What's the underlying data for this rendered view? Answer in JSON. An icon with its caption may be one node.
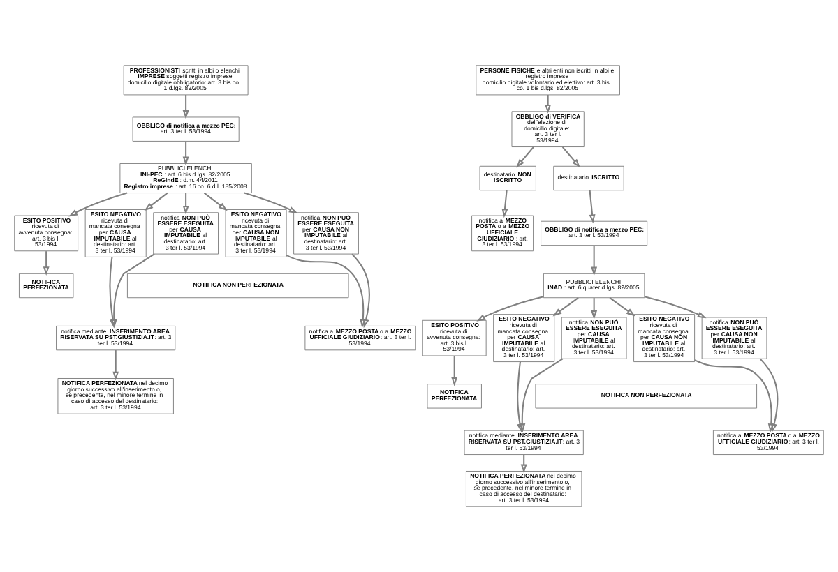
{
  "diagram": {
    "nodes": [
      {
        "text": [
          "**PROFESSIONISTI** iscritti in albi o elenchi",
          "**IMPRESE** soggetti registro imprese",
          "domicilio digitale obbligatorio: art. 3 bis co. 1 d.lgs. 82/2005"
        ]
      },
      {
        "text": [
          "**OBBLIGO di notifica a mezzo PEC:**",
          "art. 3 ter l. 53/1994"
        ]
      },
      {
        "text": [
          "PUBBLICI ELENCHI",
          "**INI-PEC**: art. 6 bis d.lgs. 82/2005",
          "**ReGIndE**: d.m. 44/2011",
          "**Registro imprese**: art. 16 co. 6 d.l. 185/2008"
        ]
      },
      {
        "text": [
          "**ESITO POSITIVO** ricevuta di avvenuta consegna: art. 3 bis l. 53/1994"
        ]
      },
      {
        "text": [
          "**ESITO NEGATIVO** ricevuta di mancata consegna per **CAUSA IMPUTABILE** al destinatario: art. 3 ter l. 53/1994"
        ]
      },
      {
        "text": [
          "notifica **NON PUÒ ESSERE ESEGUITA** per **CAUSA IMPUTABILE** al destinatario: art. 3 ter l. 53/1994"
        ]
      },
      {
        "text": [
          "**ESITO NEGATIVO** ricevuta di mancata consegna per **CAUSA NON IMPUTABILE** al destinatario: art. 3 ter l. 53/1994"
        ]
      },
      {
        "text": [
          "notifica **NON PUÒ ESSERE ESEGUITA** per **CAUSA NON IMPUTABILE** al destinatario: art. 3 ter l. 53/1994"
        ]
      },
      {
        "text": [
          "NOTIFICA PERFEZIONATA"
        ]
      },
      {
        "text": [
          "NOTIFICA NON PERFEZIONATA"
        ]
      },
      {
        "text": [
          "notifica mediante **INSERIMENTO AREA RISERVATA SU PST.GIUSTIZIA.IT**: art. 3 ter l. 53/1994"
        ]
      },
      {
        "text": [
          "notifica a **MEZZO POSTA** o a **MEZZO UFFICIALE GIUDIZIARIO**: art. 3 ter l. 53/1994"
        ]
      },
      {
        "text": [
          "**NOTIFICA PERFEZIONATA** nel decimo giorno successivo all'inserimento o, se precedente, nel minore termine in caso di accesso del destinatario: art. 3 ter l. 53/1994"
        ]
      },
      {
        "text": [
          "**PERSONE FISICHE** e altri enti non iscritti in albi e registro imprese",
          "domicilio digitale volontario ed elettivo: art. 3 bis co. 1 bis d.lgs. 82/2005"
        ]
      },
      {
        "text": [
          "**OBBLIGO di VERIFICA** dell'elezione di domicilio digitale: art. 3 ter l. 53/1994"
        ]
      },
      {
        "text": [
          "destinatario **NON ISCRITTO**"
        ]
      },
      {
        "text": [
          "notifica a **MEZZO POSTA** o a **MEZZO UFFICIALE GIUDIZIARIO**: art. 3 ter l. 53/1994"
        ]
      },
      {
        "text": [
          "destinatario **ISCRITTO**"
        ]
      },
      {
        "text": [
          "**OBBLIGO di notifica a mezzo PEC:**",
          "art. 3 ter l. 53/1994"
        ]
      },
      {
        "text": [
          "PUBBLICI ELENCHI",
          "**INAD**: art. 6 quater d.lgs. 82/2005"
        ]
      },
      {
        "text": [
          "**ESITO POSITIVO** ricevuta di avvenuta consegna: art. 3 bis l. 53/1994"
        ]
      },
      {
        "text": [
          "**ESITO NEGATIVO** ricevuta di mancata consegna per **CAUSA IMPUTABILE** al destinatario: art. 3 ter l. 53/1994"
        ]
      },
      {
        "text": [
          "notifica **NON PUÒ ESSERE ESEGUITA** per **CAUSA IMPUTABILE** al destinatario: art. 3 ter l. 53/1994"
        ]
      },
      {
        "text": [
          "**ESITO NEGATIVO** ricevuta di mancata consegna per **CAUSA NON IMPUTABILE** al destinatario: art. 3 ter l. 53/1994"
        ]
      },
      {
        "text": [
          "notifica **NON PUÒ ESSERE ESEGUITA** per **CAUSA NON IMPUTABILE** al destinatario: art. 3 ter l. 53/1994"
        ]
      },
      {
        "text": [
          "NOTIFICA PERFEZIONATA"
        ]
      },
      {
        "text": [
          "NOTIFICA NON PERFEZIONATA"
        ]
      },
      {
        "text": [
          "notifica mediante **INSERIMENTO AREA RISERVATA SU PST.GIUSTIZIA.IT**: art. 3 ter l. 53/1994"
        ]
      },
      {
        "text": [
          "notifica a **MEZZO POSTA** o a **MEZZO UFFICIALE GIUDIZIARIO**: art. 3 ter l. 53/1994"
        ]
      },
      {
        "text": [
          "**NOTIFICA PERFEZIONATA** nel decimo giorno successivo all'inserimento o, se precedente, nel minore termine in caso di accesso del destinatario: art. 3 ter l. 53/1994"
        ]
      }
    ],
    "edges": [
      {
        "from": 0,
        "to": 1,
        "arrow": "to"
      },
      {
        "from": 1,
        "to": 2,
        "arrow": "to"
      },
      {
        "from": 2,
        "to": 3,
        "arrow": "to"
      },
      {
        "from": 2,
        "to": 4,
        "arrow": "to"
      },
      {
        "from": 2,
        "to": 5,
        "arrow": "to"
      },
      {
        "from": 2,
        "to": 6,
        "arrow": "to"
      },
      {
        "from": 2,
        "to": 7,
        "arrow": "to"
      },
      {
        "from": 3,
        "to": 8,
        "arrow": "to"
      },
      {
        "from": 4,
        "to": 10,
        "arrow": "to"
      },
      {
        "from": 5,
        "to": 10,
        "arrow": "to"
      },
      {
        "from": 6,
        "to": 11,
        "arrow": "to"
      },
      {
        "from": 7,
        "to": 11,
        "arrow": "to"
      },
      {
        "from": 10,
        "to": 12,
        "arrow": "to"
      },
      {
        "from": 13,
        "to": 14,
        "arrow": "to"
      },
      {
        "from": 14,
        "to": 15,
        "arrow": "to"
      },
      {
        "from": 14,
        "to": 17,
        "arrow": "to"
      },
      {
        "from": 15,
        "to": 16,
        "arrow": "to"
      },
      {
        "from": 17,
        "to": 18,
        "arrow": "to"
      },
      {
        "from": 18,
        "to": 19,
        "arrow": "to"
      },
      {
        "from": 19,
        "to": 20,
        "arrow": "to"
      },
      {
        "from": 19,
        "to": 21,
        "arrow": "to"
      },
      {
        "from": 19,
        "to": 22,
        "arrow": "to"
      },
      {
        "from": 19,
        "to": 23,
        "arrow": "to"
      },
      {
        "from": 19,
        "to": 24,
        "arrow": "to"
      },
      {
        "from": 20,
        "to": 25,
        "arrow": "to"
      },
      {
        "from": 21,
        "to": 27,
        "arrow": "to"
      },
      {
        "from": 22,
        "to": 27,
        "arrow": "to"
      },
      {
        "from": 23,
        "to": 28,
        "arrow": "to"
      },
      {
        "from": 24,
        "to": 28,
        "arrow": "to"
      },
      {
        "from": 27,
        "to": 29,
        "arrow": "to"
      }
    ]
  }
}
